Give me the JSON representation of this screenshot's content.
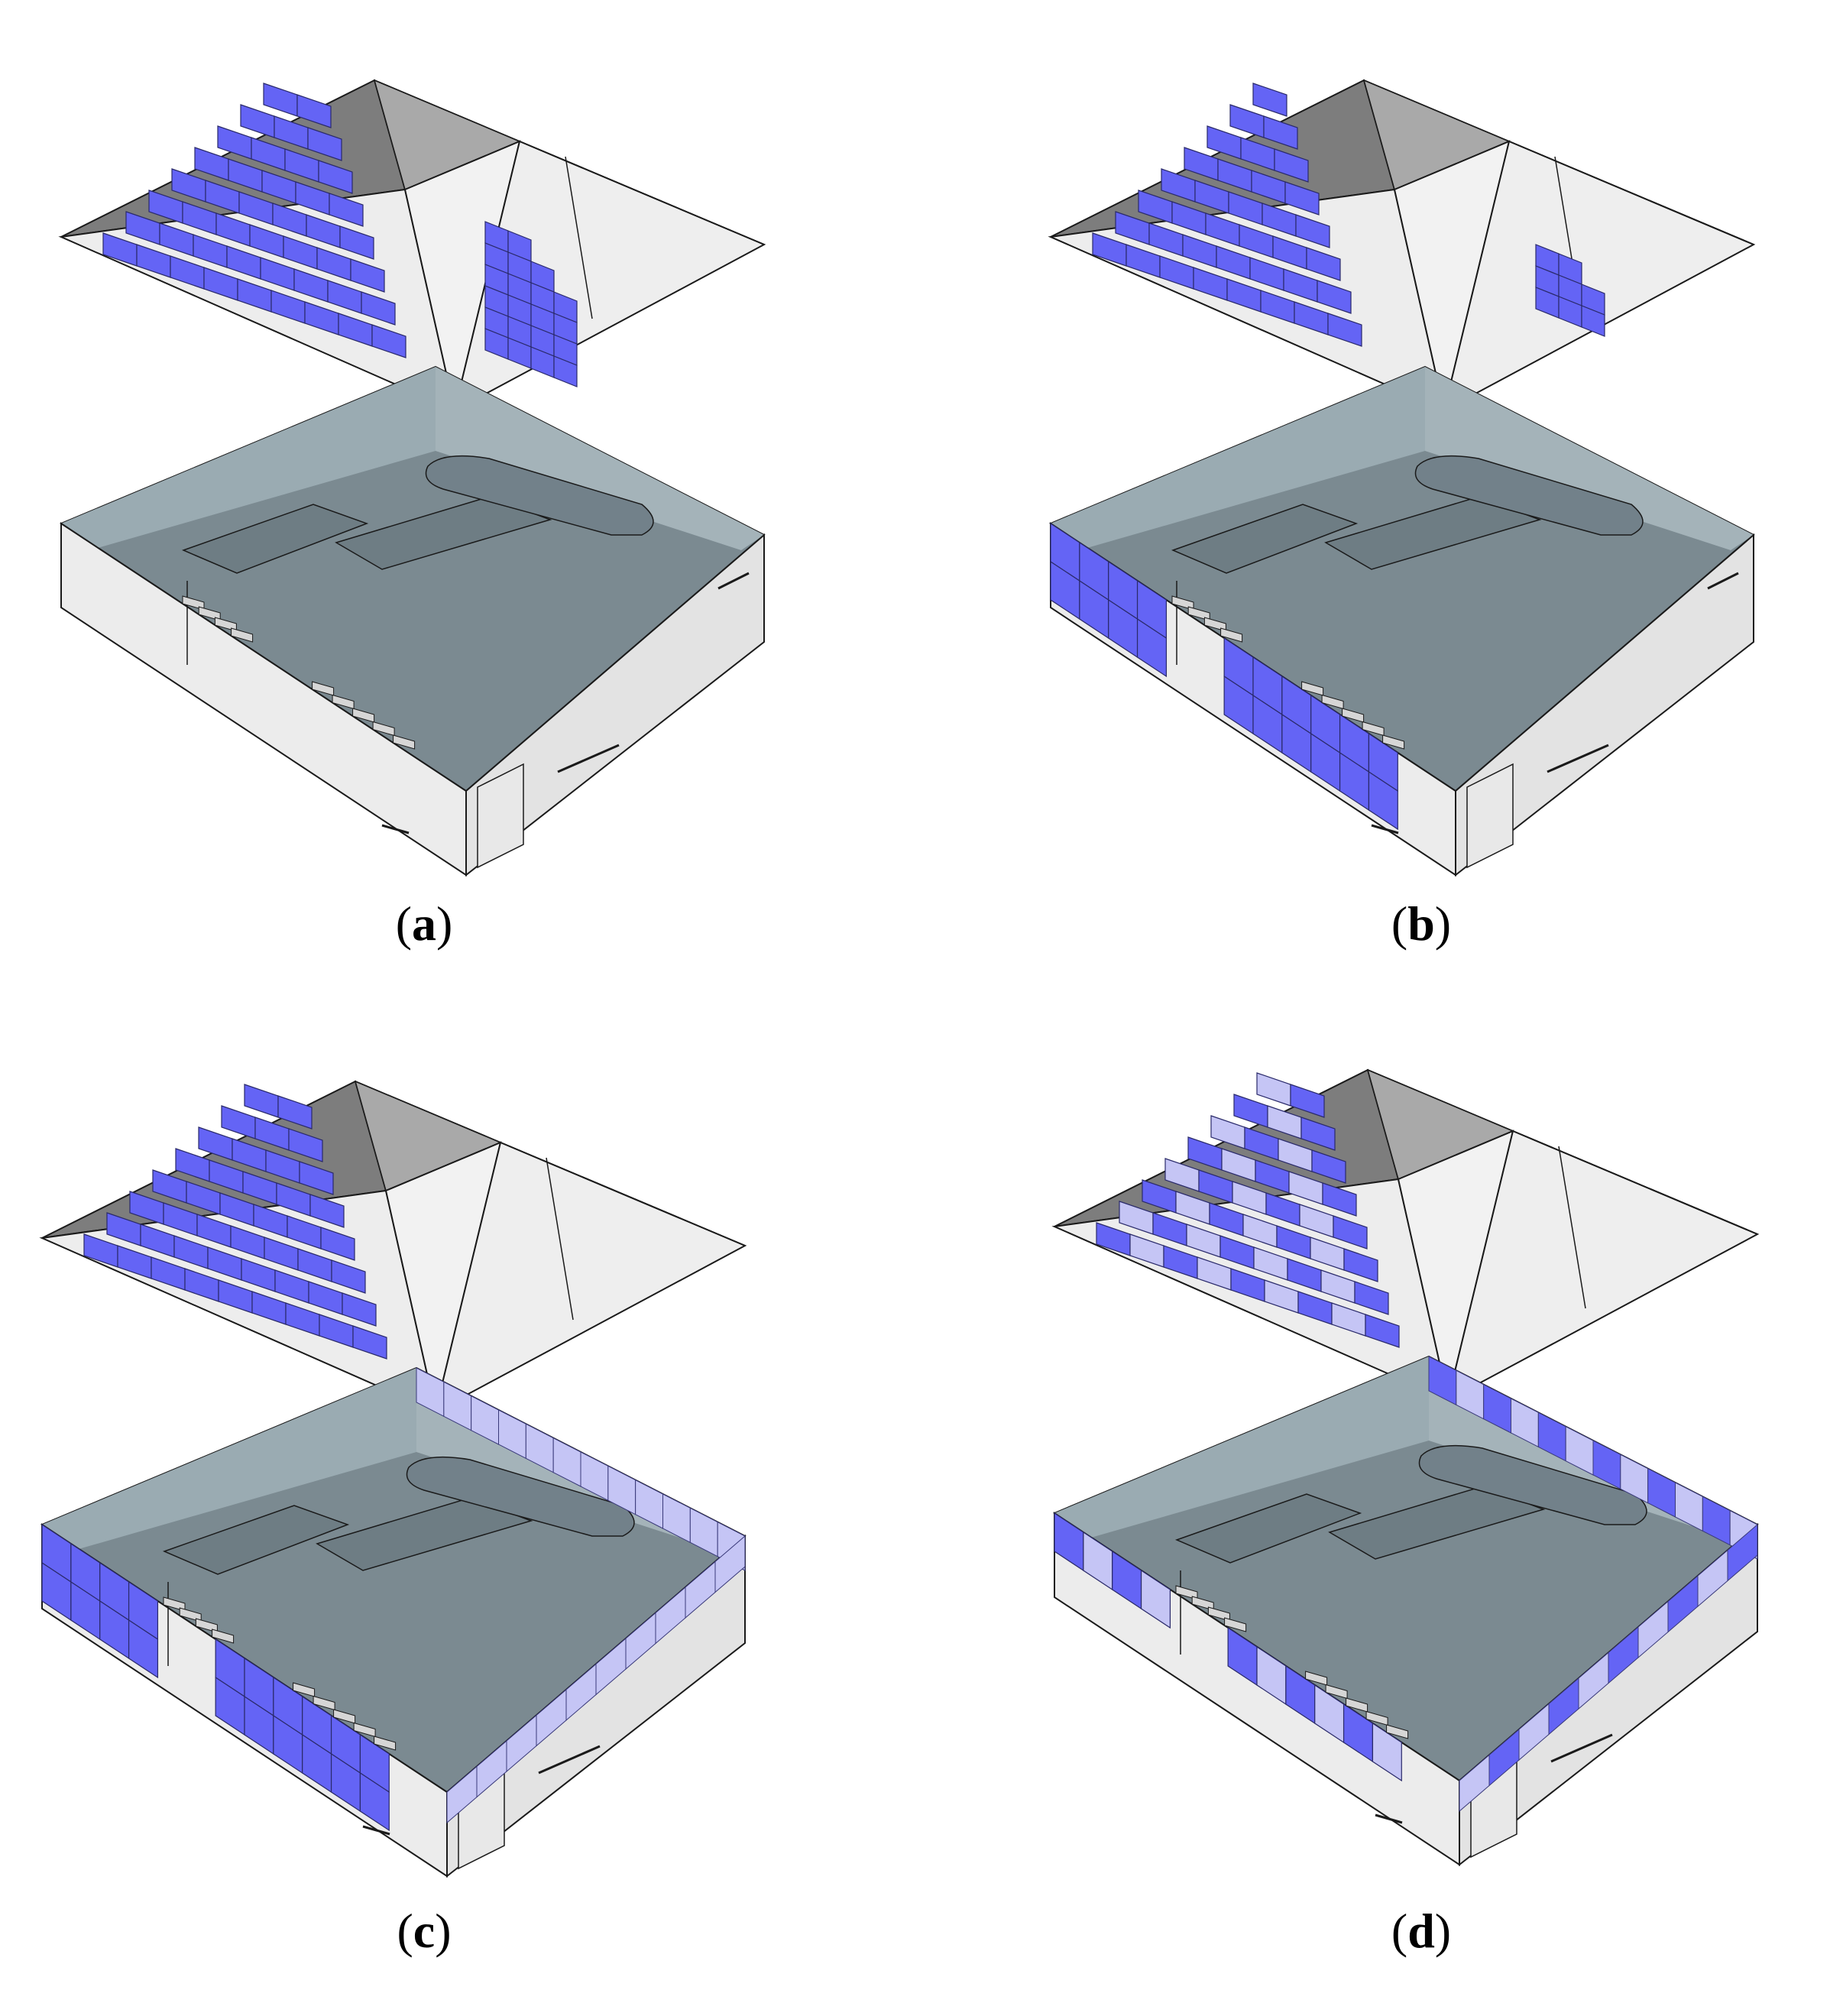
{
  "figure": {
    "panels": [
      {
        "id": "a",
        "caption": "(a)",
        "roof_south": "full",
        "roof_west": "full",
        "wall_south": "none",
        "wall_east": "none",
        "caption_prefix": "(",
        "caption_letter": "a",
        "caption_suffix": ")"
      },
      {
        "id": "b",
        "caption": "(b)",
        "roof_south": "reduced",
        "roof_west": "small",
        "wall_south": "opaque",
        "wall_east": "none",
        "caption_prefix": "(",
        "caption_letter": "b",
        "caption_suffix": ")"
      },
      {
        "id": "c",
        "caption": "(c)",
        "roof_south": "full",
        "roof_west": "none",
        "wall_south": "opaque",
        "wall_east": "semitransparent",
        "caption_prefix": "(",
        "caption_letter": "c",
        "caption_suffix": ")"
      },
      {
        "id": "d",
        "caption": "(d)",
        "roof_south": "checker",
        "roof_west": "none",
        "wall_south": "checker",
        "wall_east": "checker",
        "caption_prefix": "(",
        "caption_letter": "d",
        "caption_suffix": ")"
      }
    ]
  },
  "colors": {
    "pv_opaque": "#6464f5",
    "pv_semitransparent": "#c5c5f5",
    "roof_light": "#ededed",
    "roof_dark": "#8c8c8c",
    "wall_light": "#ececec",
    "interior_floor": "#7b8a91",
    "interior_wall": "#9aabb2",
    "outline": "#1a1a1a"
  }
}
